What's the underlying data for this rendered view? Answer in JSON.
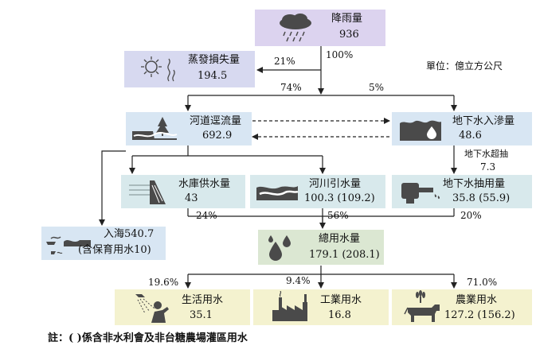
{
  "unit_note": "單位：億立方公尺",
  "footnote": "註：(  )係含非水利會及非台糖農場灌區用水",
  "colors": {
    "rain_box": "#dcd3ef",
    "evap_box": "#d7d9f0",
    "blue_box": "#d8e6f3",
    "green_box": "#dbe7d2",
    "yellow_box": "#f4f2cf",
    "teal_box": "#d8e9ec",
    "icon_dark": "#4a4a4a"
  },
  "nodes": {
    "rain": {
      "label": "降雨量",
      "value": "936",
      "icon": "rain-cloud-icon"
    },
    "evap": {
      "label": "蒸發損失量",
      "value": "194.5",
      "icon": "sun-icon"
    },
    "runoff": {
      "label": "河道逕流量",
      "value": "692.9",
      "icon": "river-tree-icon"
    },
    "infil": {
      "label": "地下水入滲量",
      "value": "48.6",
      "icon": "groundwater-icon"
    },
    "reservoir": {
      "label": "水庫供水量",
      "value": "43",
      "icon": "dam-icon"
    },
    "river_intake": {
      "label": "河川引水量",
      "value": "100.3 (109.2)",
      "icon": "river-icon"
    },
    "pumping": {
      "label": "地下水抽用量",
      "value": "35.8 (55.9)",
      "icon": "pump-icon"
    },
    "sea": {
      "label": "入海540.7",
      "value": "(含保育用水10)",
      "icon": "sea-icon"
    },
    "total": {
      "label": "總用水量",
      "value": "179.1 (208.1)",
      "icon": "water-drops-icon"
    },
    "domestic": {
      "label": "生活用水",
      "value": "35.1",
      "icon": "shower-icon"
    },
    "industrial": {
      "label": "工業用水",
      "value": "16.8",
      "icon": "factory-icon"
    },
    "agricultural": {
      "label": "農業用水",
      "value": "127.2 (156.2)",
      "icon": "cow-crop-icon"
    }
  },
  "flows": {
    "rain_pct": "100%",
    "evap_pct": "21%",
    "runoff_pct": "74%",
    "infil_pct": "5%",
    "overdraft_label": "地下水超抽",
    "overdraft_value": "7.3",
    "reservoir_pct": "24%",
    "river_pct": "56%",
    "pumping_pct": "20%",
    "domestic_pct": "19.6%",
    "industrial_pct": "9.4%",
    "agricultural_pct": "71.0%"
  }
}
